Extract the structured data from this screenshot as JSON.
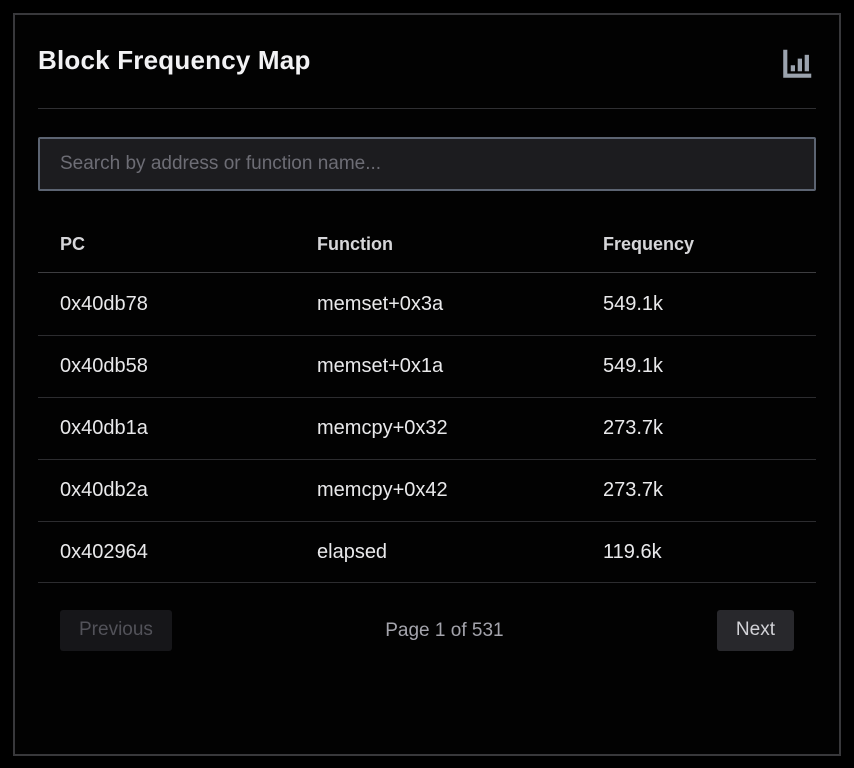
{
  "card": {
    "title": "Block Frequency Map",
    "icon": "bar-chart-icon"
  },
  "search": {
    "placeholder": "Search by address or function name...",
    "value": ""
  },
  "table": {
    "columns": [
      "PC",
      "Function",
      "Frequency"
    ],
    "rows": [
      {
        "pc": "0x40db78",
        "function": "memset+0x3a",
        "frequency": "549.1k"
      },
      {
        "pc": "0x40db58",
        "function": "memset+0x1a",
        "frequency": "549.1k"
      },
      {
        "pc": "0x40db1a",
        "function": "memcpy+0x32",
        "frequency": "273.7k"
      },
      {
        "pc": "0x40db2a",
        "function": "memcpy+0x42",
        "frequency": "273.7k"
      },
      {
        "pc": "0x402964",
        "function": "elapsed",
        "frequency": "119.6k"
      }
    ]
  },
  "pagination": {
    "previous_label": "Previous",
    "page_status": "Page 1 of 531",
    "next_label": "Next"
  },
  "colors": {
    "page_background": "#000000",
    "card_border": "#38383b",
    "search_border": "#5c6472",
    "row_divider": "#2c2c2f",
    "icon": "#9ba3ae",
    "row_text": "#e9e9eb",
    "muted_text": "#a4a4ac"
  }
}
